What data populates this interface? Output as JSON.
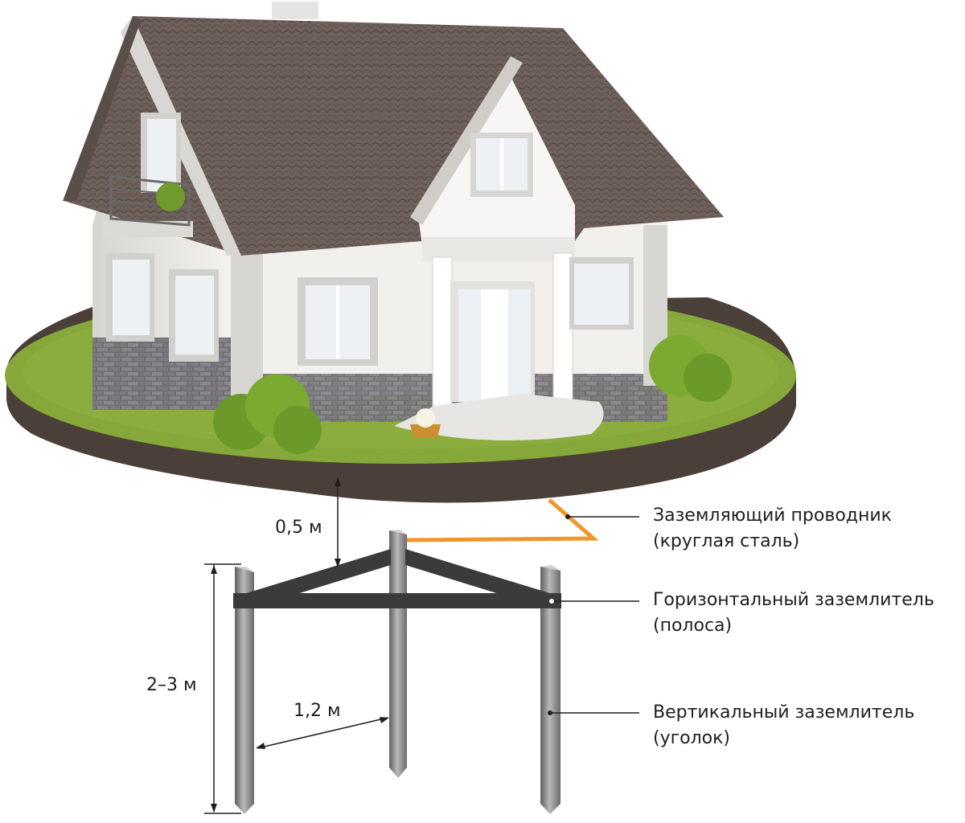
{
  "labels": {
    "conductor": {
      "line1": "Заземляющий проводник",
      "line2": "(круглая сталь)"
    },
    "horizontal": {
      "line1": "Горизонтальный заземлитель",
      "line2": "(полоса)"
    },
    "vertical": {
      "line1": "Вертикальный заземлитель",
      "line2": "(уголок)"
    }
  },
  "dimensions": {
    "depth": "0,5 м",
    "length": "2–3 м",
    "spacing": "1,2 м"
  },
  "colors": {
    "grass": "#86a83a",
    "soil": "#4a3f39",
    "roof": "#6b5d57",
    "walls": "#eceae6",
    "conductor": "#f0962a",
    "strip": "#3b3b3b",
    "rod": "#8d8d8d"
  }
}
